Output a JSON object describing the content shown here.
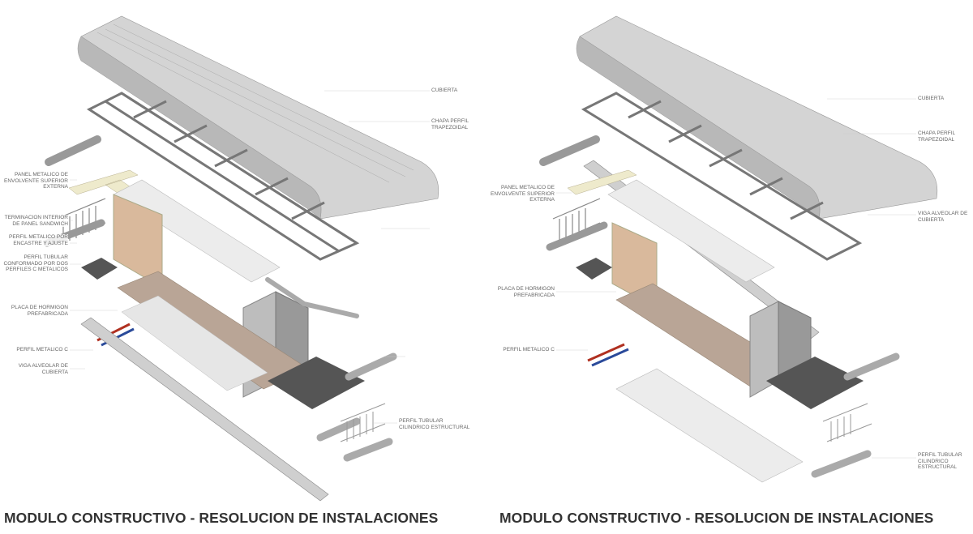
{
  "panels": [
    {
      "title": "MODULO CONSTRUCTIVO - RESOLUCION DE INSTALACIONES",
      "labels": {
        "roof": "CUBIERTA",
        "sheet": "CHAPA PERFIL TRAPEZOIDAL",
        "panel_top": "PANEL METALICO DE ENVOLVENTE SUPERIOR EXTERNA",
        "interior": "TERMINACION INTERIOR DE PANEL SANDWICH",
        "profile": "PERFIL METALICO POR ENCASTRE Y AJUSTE",
        "tubular": "PERFIL TUBULAR CONFORMADO POR DOS PERFILES C METALICOS",
        "slab": "PLACA DE HORMIGON PREFABRICADA",
        "profile_c": "PERFIL METALICO C",
        "beam": "VIGA ALVEOLAR DE CUBIERTA",
        "cylinder": "PERFIL TUBULAR CILINDRICO ESTRUCTURAL"
      }
    },
    {
      "title": "MODULO CONSTRUCTIVO - RESOLUCION DE INSTALACIONES",
      "labels": {
        "roof": "CUBIERTA",
        "sheet": "CHAPA PERFIL TRAPEZOIDAL",
        "panel_top": "PANEL METALICO DE ENVOLVENTE SUPERIOR EXTERNA",
        "beam": "VIGA ALVEOLAR DE CUBIERTA",
        "slab": "PLACA DE HORMIGON PREFABRICADA",
        "profile_c": "PERFIL METALICO C",
        "cylinder": "PERFIL TUBULAR CILINDRICO ESTRUCTURAL"
      }
    }
  ],
  "colors": {
    "metal": "#c8c8c8",
    "panel": "#ececec",
    "concrete": "#b9a596",
    "wood": "#d9b99c",
    "insulation": "#eeeacc",
    "dark": "#555555",
    "pipe_red": "#b03020",
    "pipe_blue": "#2a4a9a"
  }
}
